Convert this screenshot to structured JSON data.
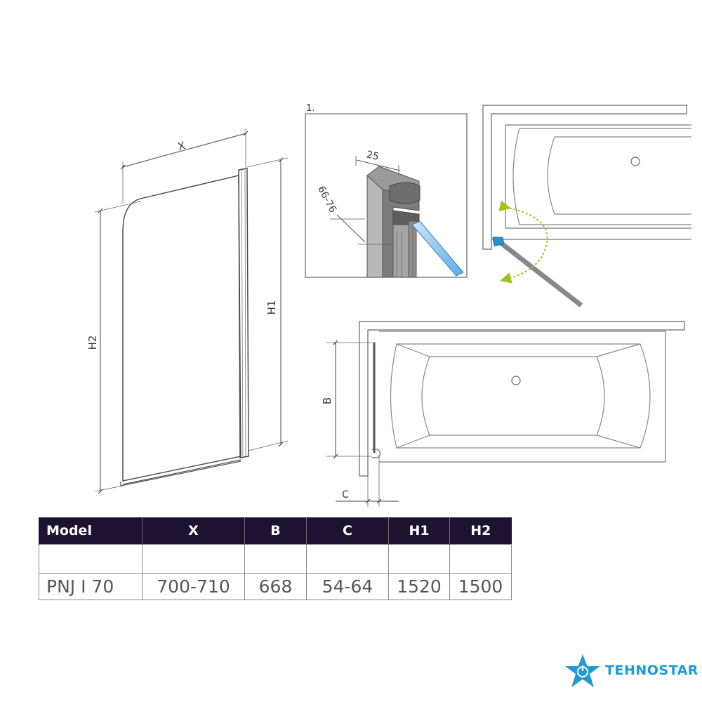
{
  "front_view": {
    "dim_x": "X",
    "dim_h1": "H1",
    "dim_h2": "H2"
  },
  "detail": {
    "number": "1.",
    "dim_width": "25",
    "dim_range": "66-76"
  },
  "plan_view": {
    "dim_b": "B",
    "dim_c": "C"
  },
  "table": {
    "headers": [
      "Model",
      "X",
      "B",
      "C",
      "H1",
      "H2"
    ],
    "row": [
      "PNJ I 70",
      "700-710",
      "668",
      "54-64",
      "1520",
      "1500"
    ]
  },
  "brand": {
    "name_part1": "TEHNO",
    "name_part2": "STAR",
    "star_color": "#1e9ad6"
  },
  "colors": {
    "line": "#555555",
    "glass": "#7fc4ee",
    "seal": "#2a8fd1",
    "arrow": "#9cc41c",
    "header_bg": "#1e1232"
  }
}
